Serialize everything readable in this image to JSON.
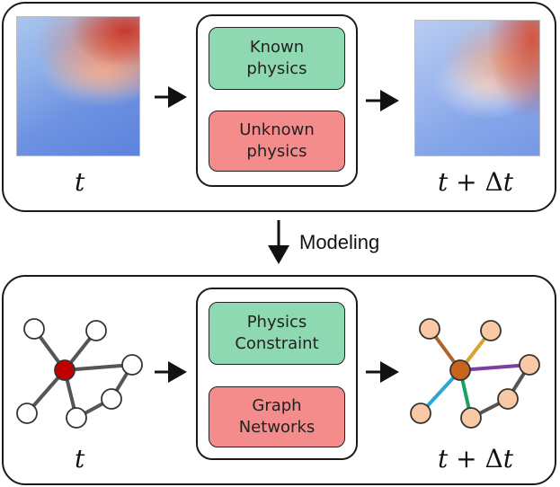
{
  "top_panel": {
    "input_label_var": "t",
    "output_label_var": "t",
    "output_label_op": "+ Δ",
    "output_label_var2": "t",
    "known_box": "Known\nphysics",
    "unknown_box": "Unknown\nphysics"
  },
  "modeling_label": "Modeling",
  "bottom_panel": {
    "input_label_var": "t",
    "output_label_var": "t",
    "output_label_op": "+ Δ",
    "output_label_var2": "t",
    "physics_box": "Physics\nConstraint",
    "graph_box": "Graph\nNetworks"
  },
  "colors": {
    "known_green": "#8fd9b2",
    "unknown_red": "#f58c8c",
    "center_node": "#c00000",
    "output_center_node": "#c8641e",
    "output_node": "#f8c9a4",
    "edge_brown": "#b0642a",
    "edge_gold": "#d4a72c",
    "edge_purple": "#7a3fa0",
    "edge_blue": "#2aa6d6",
    "edge_green": "#1ea060"
  },
  "icons": {
    "top_input": "temperature-map-icon",
    "top_output": "temperature-map-icon",
    "bottom_input": "graph-icon",
    "bottom_output": "graph-icon"
  }
}
